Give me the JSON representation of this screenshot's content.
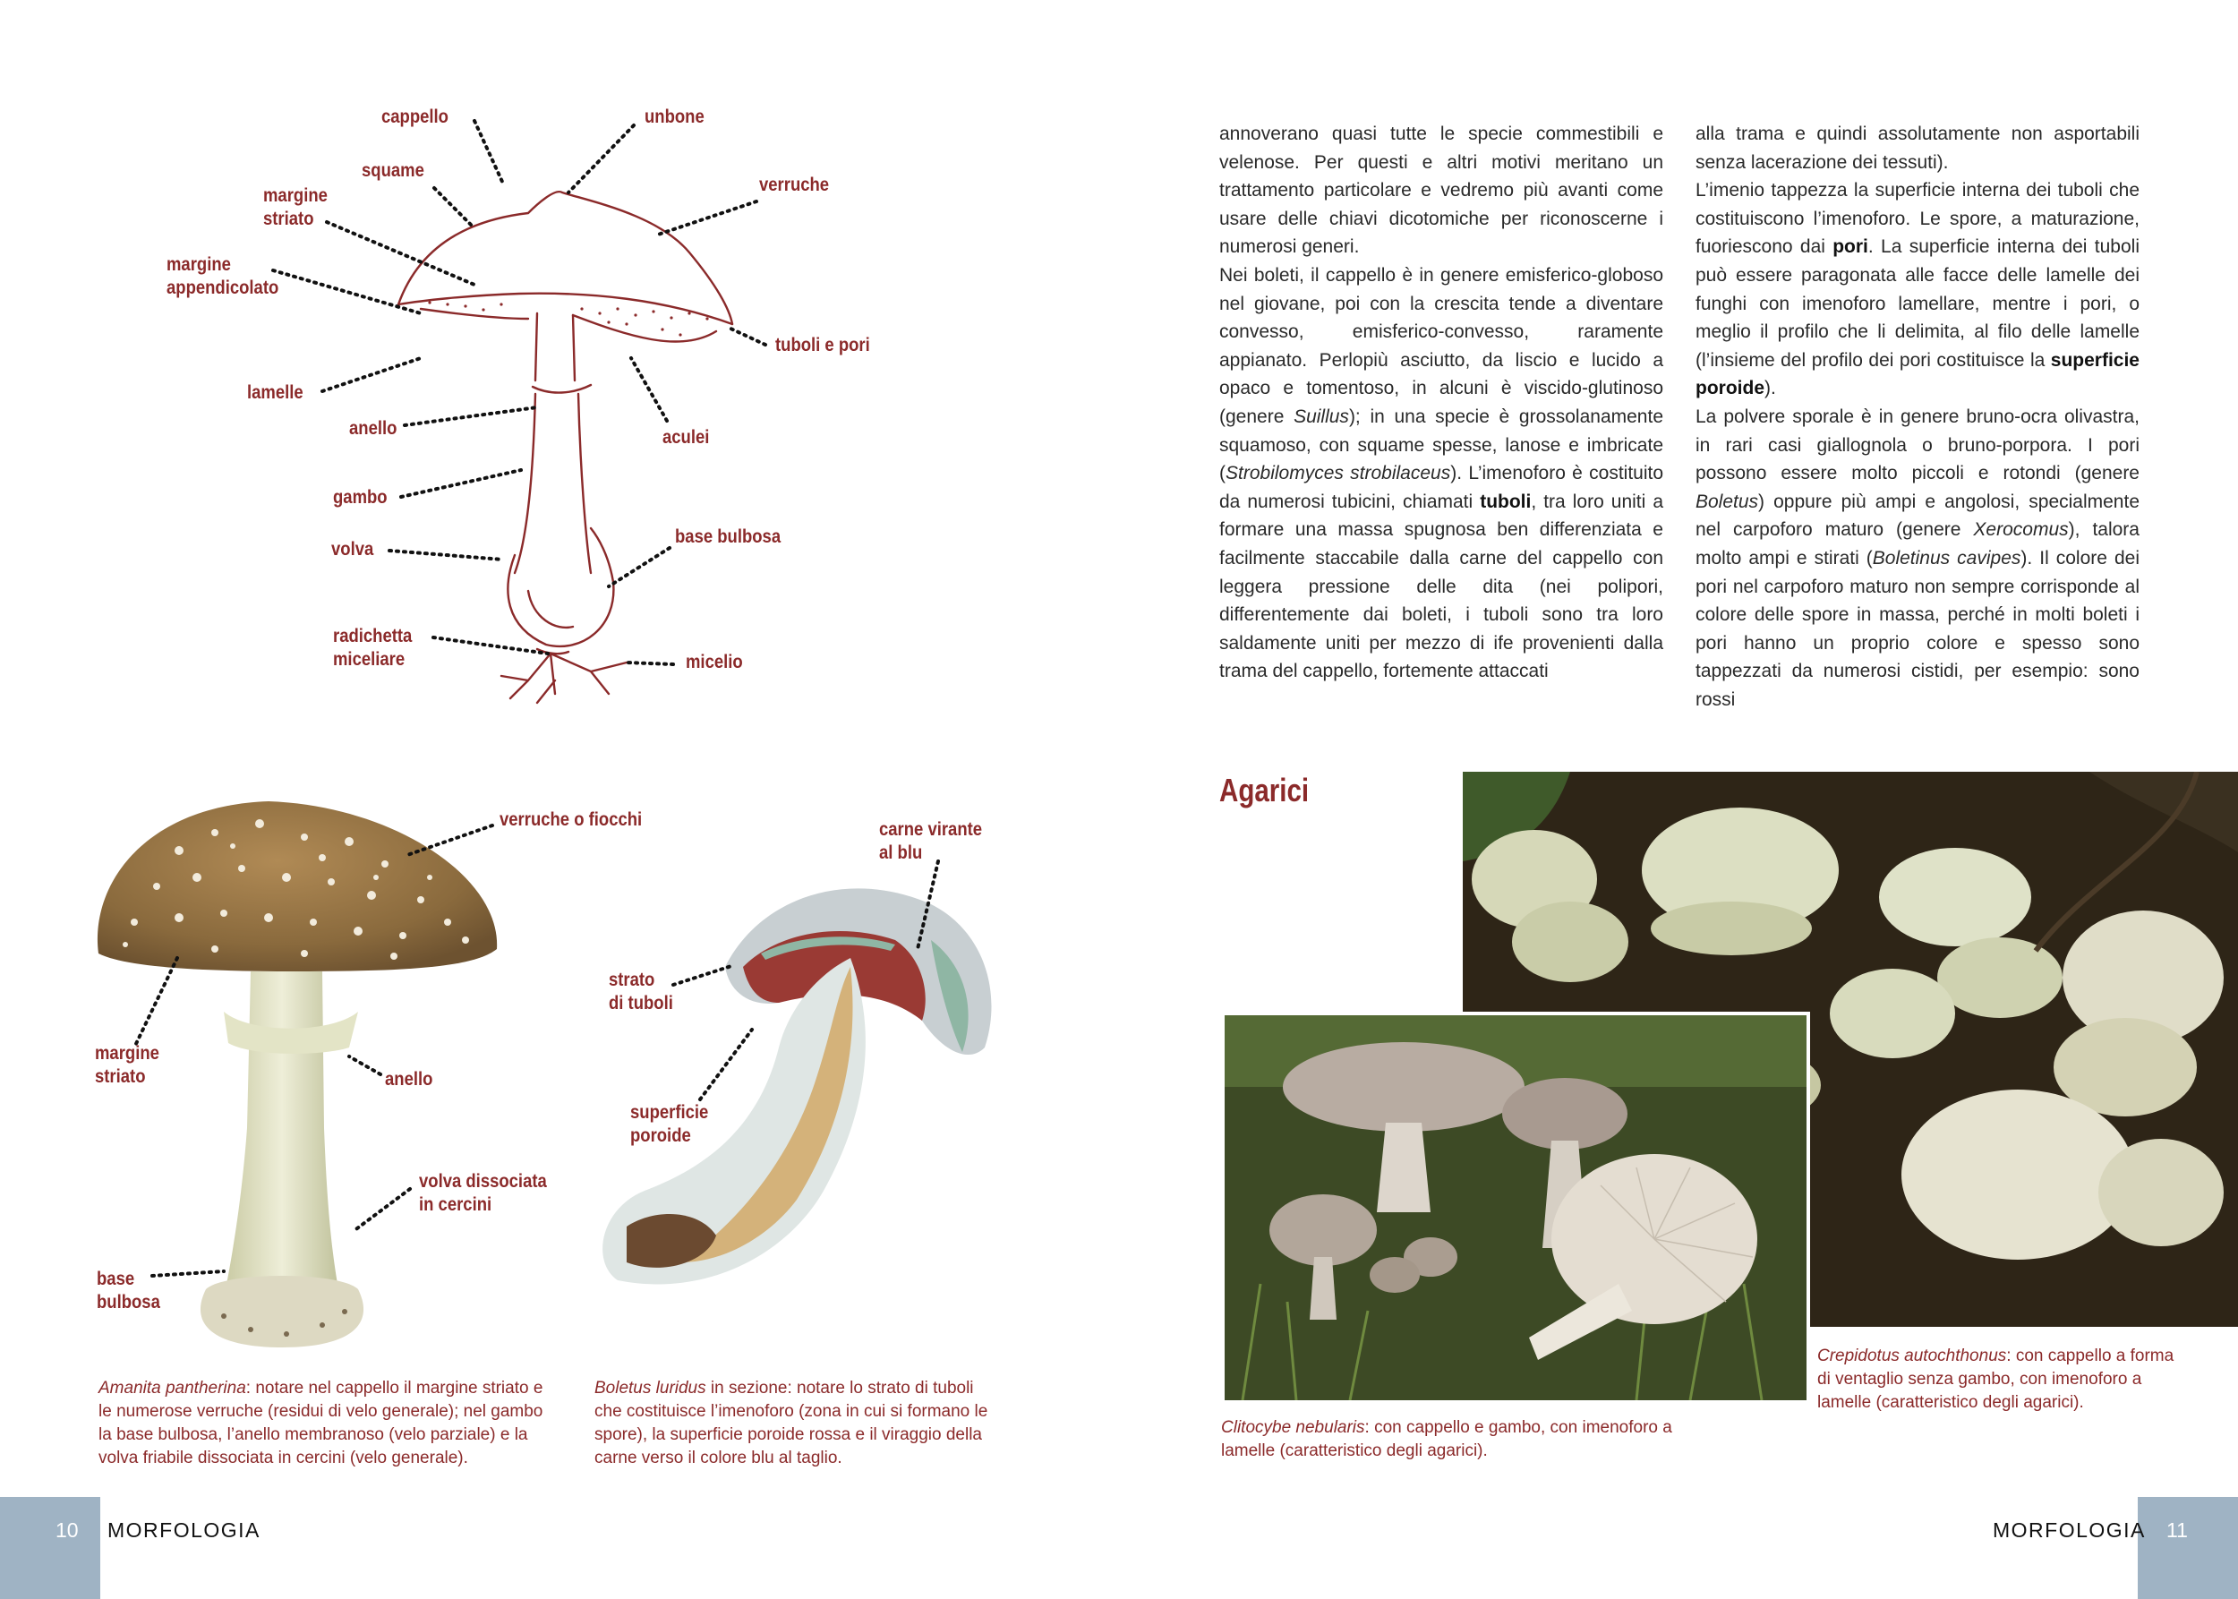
{
  "left_page": {
    "diagram_labels": {
      "cappello": "cappello",
      "unbone": "unbone",
      "squame": "squame",
      "verruche": "verruche",
      "margine_striato": "margine\nstriato",
      "margine_appendicolato": "margine\nappendicolato",
      "tuboli_pori": "tuboli e pori",
      "lamelle": "lamelle",
      "anello": "anello",
      "aculei": "aculei",
      "gambo": "gambo",
      "volva": "volva",
      "base_bulbosa": "base bulbosa",
      "radichetta": "radichetta\nmiceliare",
      "micelio": "micelio"
    },
    "photo1_labels": {
      "verruche_fiocchi": "verruche o fiocchi",
      "margine_striato": "margine\nstriato",
      "anello": "anello",
      "volva_dissociata": "volva dissociata\nin cercini",
      "base_bulbosa": "base\nbulbosa"
    },
    "photo2_labels": {
      "carne_virante": "carne virante\nal blu",
      "strato_tuboli": "strato\ndi tuboli",
      "superficie_poroide": "superficie\nporoide"
    },
    "caption1": {
      "species": "Amanita pantherina",
      "text": ": notare nel cappello il margine striato e le numerose verruche (residui di velo generale); nel gambo la base bulbosa, l’anello membranoso (velo parziale) e la volva friabile dissociata in cercini (velo generale)."
    },
    "caption2": {
      "species": "Boletus luridus",
      "text": " in sezione: notare lo strato di tuboli che costituisce l’imenoforo (zona in cui si formano le spore), la superficie poroide rossa e il viraggio della carne verso il colore blu al taglio."
    },
    "footer": {
      "page_number": "10",
      "title": "MORFOLOGIA"
    }
  },
  "right_page": {
    "col1": {
      "p1": "annoverano quasi tutte le specie commestibili e velenose. Per questi e altri motivi meritano un trattamento particolare e vedremo più avanti come usare delle chiavi dicotomiche per riconoscerne i numerosi generi.",
      "p2a": "Nei boleti, il cappello è in genere emisferico-globoso nel giovane, poi con la crescita tende a diventare convesso, emisferico-convesso, raramente appianato. Perlopiù asciutto, da liscio e lucido a opaco e tomentoso, in alcuni è viscido-glutinoso (genere ",
      "suillus": "Suillus",
      "p2b": "); in una specie è grossolanamente squamoso, con squame spesse, lanose e imbricate (",
      "strobilomyces": "Strobilomyces strobilaceus",
      "p2c": "). L’imenoforo è costituito da numerosi tubicini, chiamati ",
      "tuboli": "tuboli",
      "p2d": ", tra loro uniti a formare una massa spugnosa ben differenziata e facilmente staccabile dalla carne del cappello con leggera pressione delle dita (nei polipori, differentemente dai boleti, i tuboli sono tra loro saldamente uniti per mezzo di ife provenienti dalla trama del cappello, fortemente attaccati"
    },
    "col2": {
      "p1": "alla trama e quindi assolutamente non asportabili senza lacerazione dei tessuti).",
      "p2a": "L’imenio tappezza la superficie interna dei tuboli che costituiscono l’imenoforo. Le spore, a maturazione, fuoriescono dai ",
      "pori": "pori",
      "p2b": ". La superficie interna dei tuboli può essere paragonata alle facce delle lamelle dei funghi con imenoforo lamellare, mentre i pori, o meglio il profilo che li delimita, al filo delle lamelle (l’insieme del profilo dei pori costituisce la ",
      "superficie_poroide": "superficie poroide",
      "p2c": ").",
      "p3a": "La polvere sporale è in genere bruno-ocra olivastra, in rari casi giallognola o bruno-porpora. I pori possono essere molto piccoli e rotondi (genere ",
      "boletus": "Boletus",
      "p3b": ") oppure più ampi e angolosi, specialmente nel carpoforo maturo (genere ",
      "xerocomus": "Xerocomus",
      "p3c": "), talora molto ampi e stirati (",
      "boletinus": "Boletinus cavipes",
      "p3d": "). Il colore dei pori nel carpoforo maturo non sempre corrisponde al colore delle spore in massa, perché in molti boleti i pori hanno un proprio colore e spesso sono tappezzati da numerosi cistidi, per esempio: sono rossi"
    },
    "heading": "Agarici",
    "caption3": {
      "species": "Clitocybe nebularis",
      "text": ": con cappello e gambo, con imenoforo a lamelle (caratteristico degli agarici)."
    },
    "caption4": {
      "species": "Crepidotus autochthonus",
      "text": ": con cappello a forma di ventaglio senza gambo, con imenoforo a lamelle (caratteristico degli agarici)."
    },
    "footer": {
      "page_number": "11",
      "title": "MORFOLOGIA"
    }
  },
  "colors": {
    "accent": "#8b2a2a",
    "footer_bar": "#2a6e8c",
    "page_box": "#9fb3c4"
  }
}
